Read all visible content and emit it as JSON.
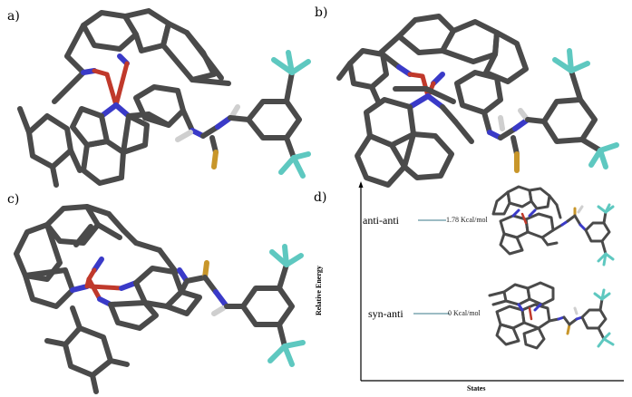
{
  "panels": {
    "a": "a)",
    "b": "b)",
    "c": "c)",
    "d": "d)"
  },
  "energy_diagram": {
    "y_axis_title": "Relative Energy",
    "x_axis_title": "States",
    "levels": [
      {
        "state": "anti-anti",
        "energy_label": "1.78 Kcal/mol"
      },
      {
        "state": "syn-anti",
        "energy_label": "0 Kcal/mol"
      }
    ]
  },
  "colors": {
    "carbon": "#4a4a4a",
    "nitrogen": "#3a3ac8",
    "metal": "#c0392b",
    "sulfur": "#c8962a",
    "fluorine": "#5ec8c0",
    "hydrogen": "#cfcfcf",
    "level_line": "#3a7a8a"
  }
}
